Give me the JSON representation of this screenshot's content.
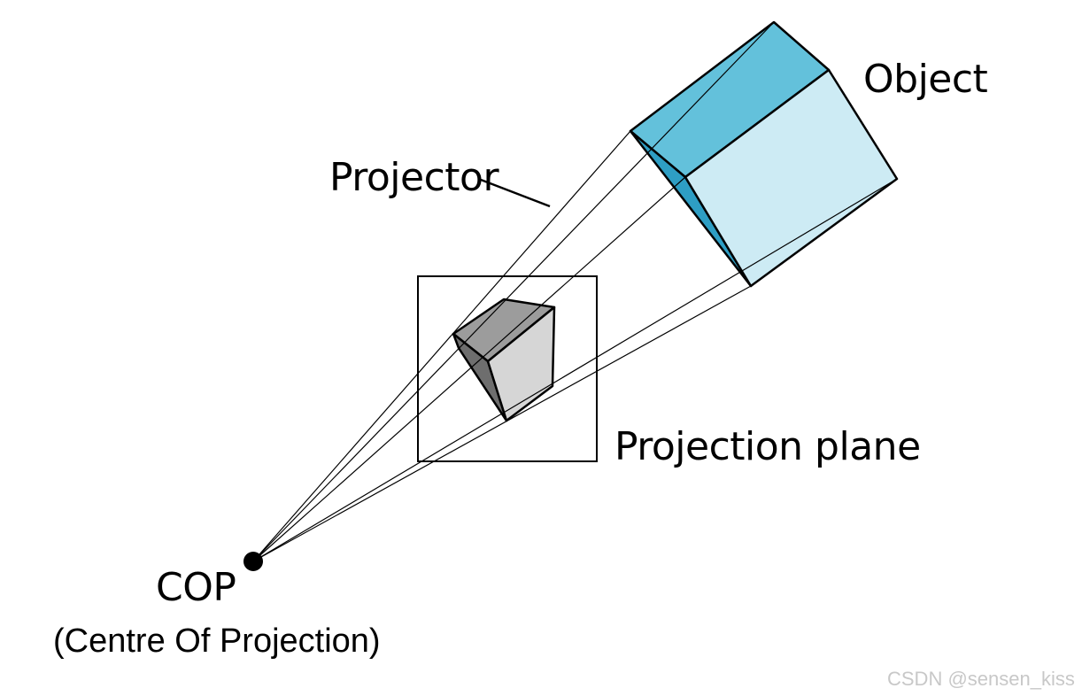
{
  "labels": {
    "object": "Object",
    "projector": "Projector",
    "projection_plane": "Projection plane",
    "cop": "COP",
    "cop_full": "(Centre Of Projection)"
  },
  "watermark": "CSDN @sensen_kiss",
  "colors": {
    "cube_top": "#63c1db",
    "cube_left": "#2e9ec4",
    "cube_front": "#cdebf4",
    "image_top": "#9c9c9c",
    "image_left": "#6e6e6e",
    "image_front": "#d6d6d6",
    "lines": "#000000"
  }
}
